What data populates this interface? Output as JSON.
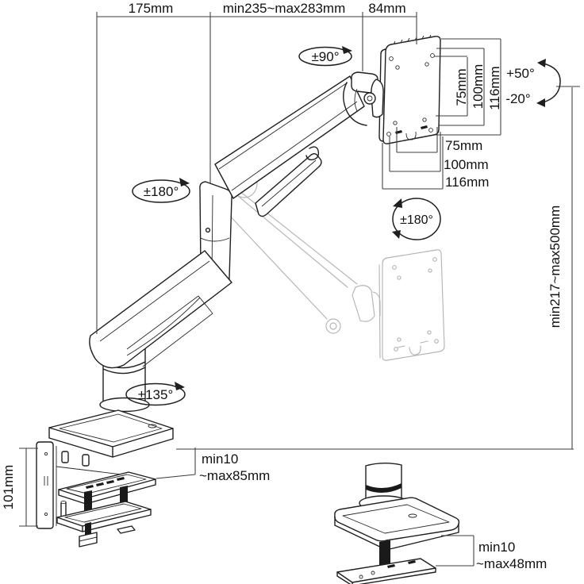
{
  "page": {
    "background": "#ffffff",
    "description": "Technical dimension diagram of a gas-spring single monitor desk mount arm shown with C-clamp base, alternate (ghost) arm position, and separate grommet mount illustration"
  },
  "colors": {
    "line": "#1f1f1f",
    "dimension_line": "#3c3c3c",
    "ghost_line": "#b5b5b5",
    "text": "#111111",
    "screw_fill": "#1a1a1a"
  },
  "labels": {
    "top_dims": {
      "left": "175mm",
      "middle": "min235~max283mm",
      "right": "84mm"
    },
    "monitor_swivel": "±90°",
    "arm_swivel": "±180°",
    "vesa_rotation": "±180°",
    "base_swivel": "±135°",
    "tilt_up": "+50°",
    "tilt_down": "-20°",
    "height_range": "min217~max500mm",
    "vesa_side": {
      "inner": "75mm",
      "middle": "100mm",
      "outer": "116mm"
    },
    "vesa_bottom": {
      "inner": "75mm",
      "middle": "100mm",
      "outer": "116mm"
    },
    "column_height": "101mm",
    "clamp_range": {
      "line1": "min10",
      "line2": "~max85mm"
    },
    "grommet_range": {
      "line1": "min10",
      "line2": "~max48mm"
    }
  }
}
